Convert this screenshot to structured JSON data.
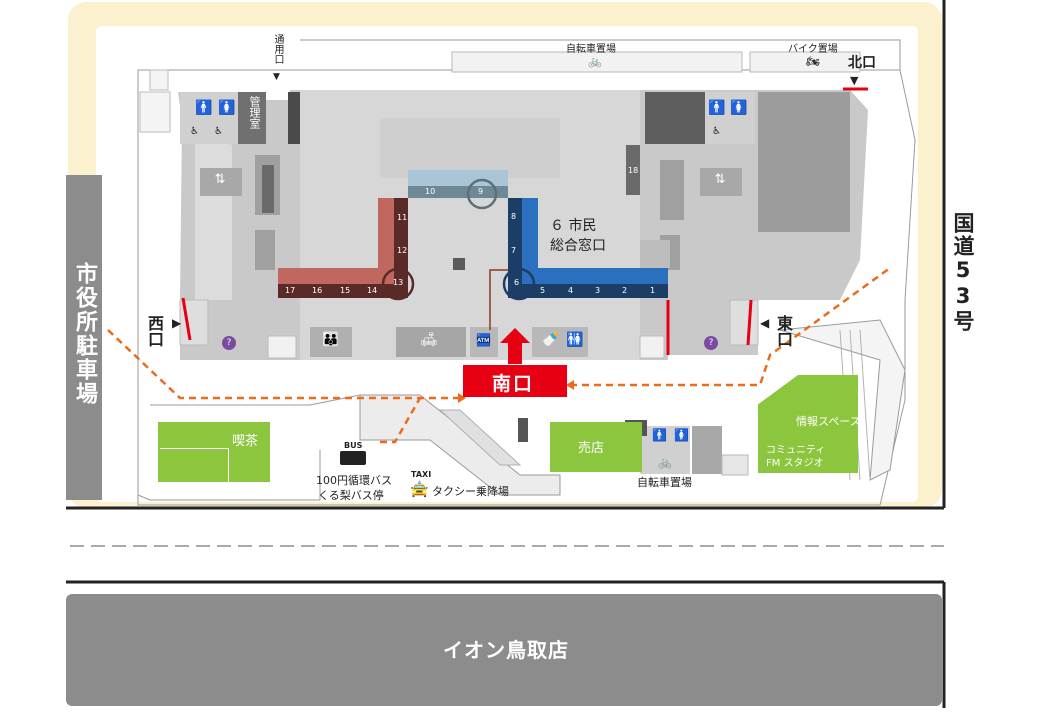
{
  "labels": {
    "city_office_parking": "市役所駐車場",
    "national_road": "国道53号",
    "aeon": "イオン鳥取店",
    "south_exit": "南口",
    "west_exit": "西口",
    "east_exit": "東口",
    "north_exit": "北口",
    "service_entrance": "通用口",
    "admin_room": "管理室",
    "bicycle_parking_top": "自転車置場",
    "bicycle_parking_bottom": "自転車置場",
    "bike_parking": "バイク置場",
    "citizen_counter_line1": "６ 市民",
    "citizen_counter_line2": "総合窓口",
    "cafe": "喫茶",
    "shop": "売店",
    "info_space": "情報スペース",
    "community_fm_line1": "コミュニティ",
    "community_fm_line2": "FM スタジオ",
    "bus_tag": "BUS",
    "bus_stop_line1": "100円循環バス",
    "bus_stop_line2": "くる梨バス停",
    "taxi_tag": "TAXI",
    "taxi_stand": "タクシー乗降場"
  },
  "counters": {
    "red": [
      "17",
      "16",
      "15",
      "14",
      "13",
      "12",
      "11"
    ],
    "steel": [
      "10",
      "9"
    ],
    "blue": [
      "8",
      "7",
      "6",
      "5",
      "4",
      "3",
      "2",
      "1"
    ],
    "side": "18"
  },
  "colors": {
    "accent_red": "#e60012",
    "counter_red": "#c0685f",
    "counter_blue": "#2b6fbf",
    "counter_steel": "#a9c5d6",
    "route_orange": "#ec6b1b",
    "green_area": "#8cc63e",
    "site_halo": "#fbf1cf"
  },
  "icons": [
    "restroom-icon",
    "accessible-restroom-icon",
    "stairs-up-icon",
    "escalator-icon",
    "info-icon",
    "elevator-icon",
    "bicycle-icon",
    "motorbike-icon",
    "bus-icon",
    "taxi-icon",
    "direction-arrow-icon",
    "nursing-room-icon",
    "kids-area-icon",
    "sofa-icon",
    "atm-icon"
  ]
}
